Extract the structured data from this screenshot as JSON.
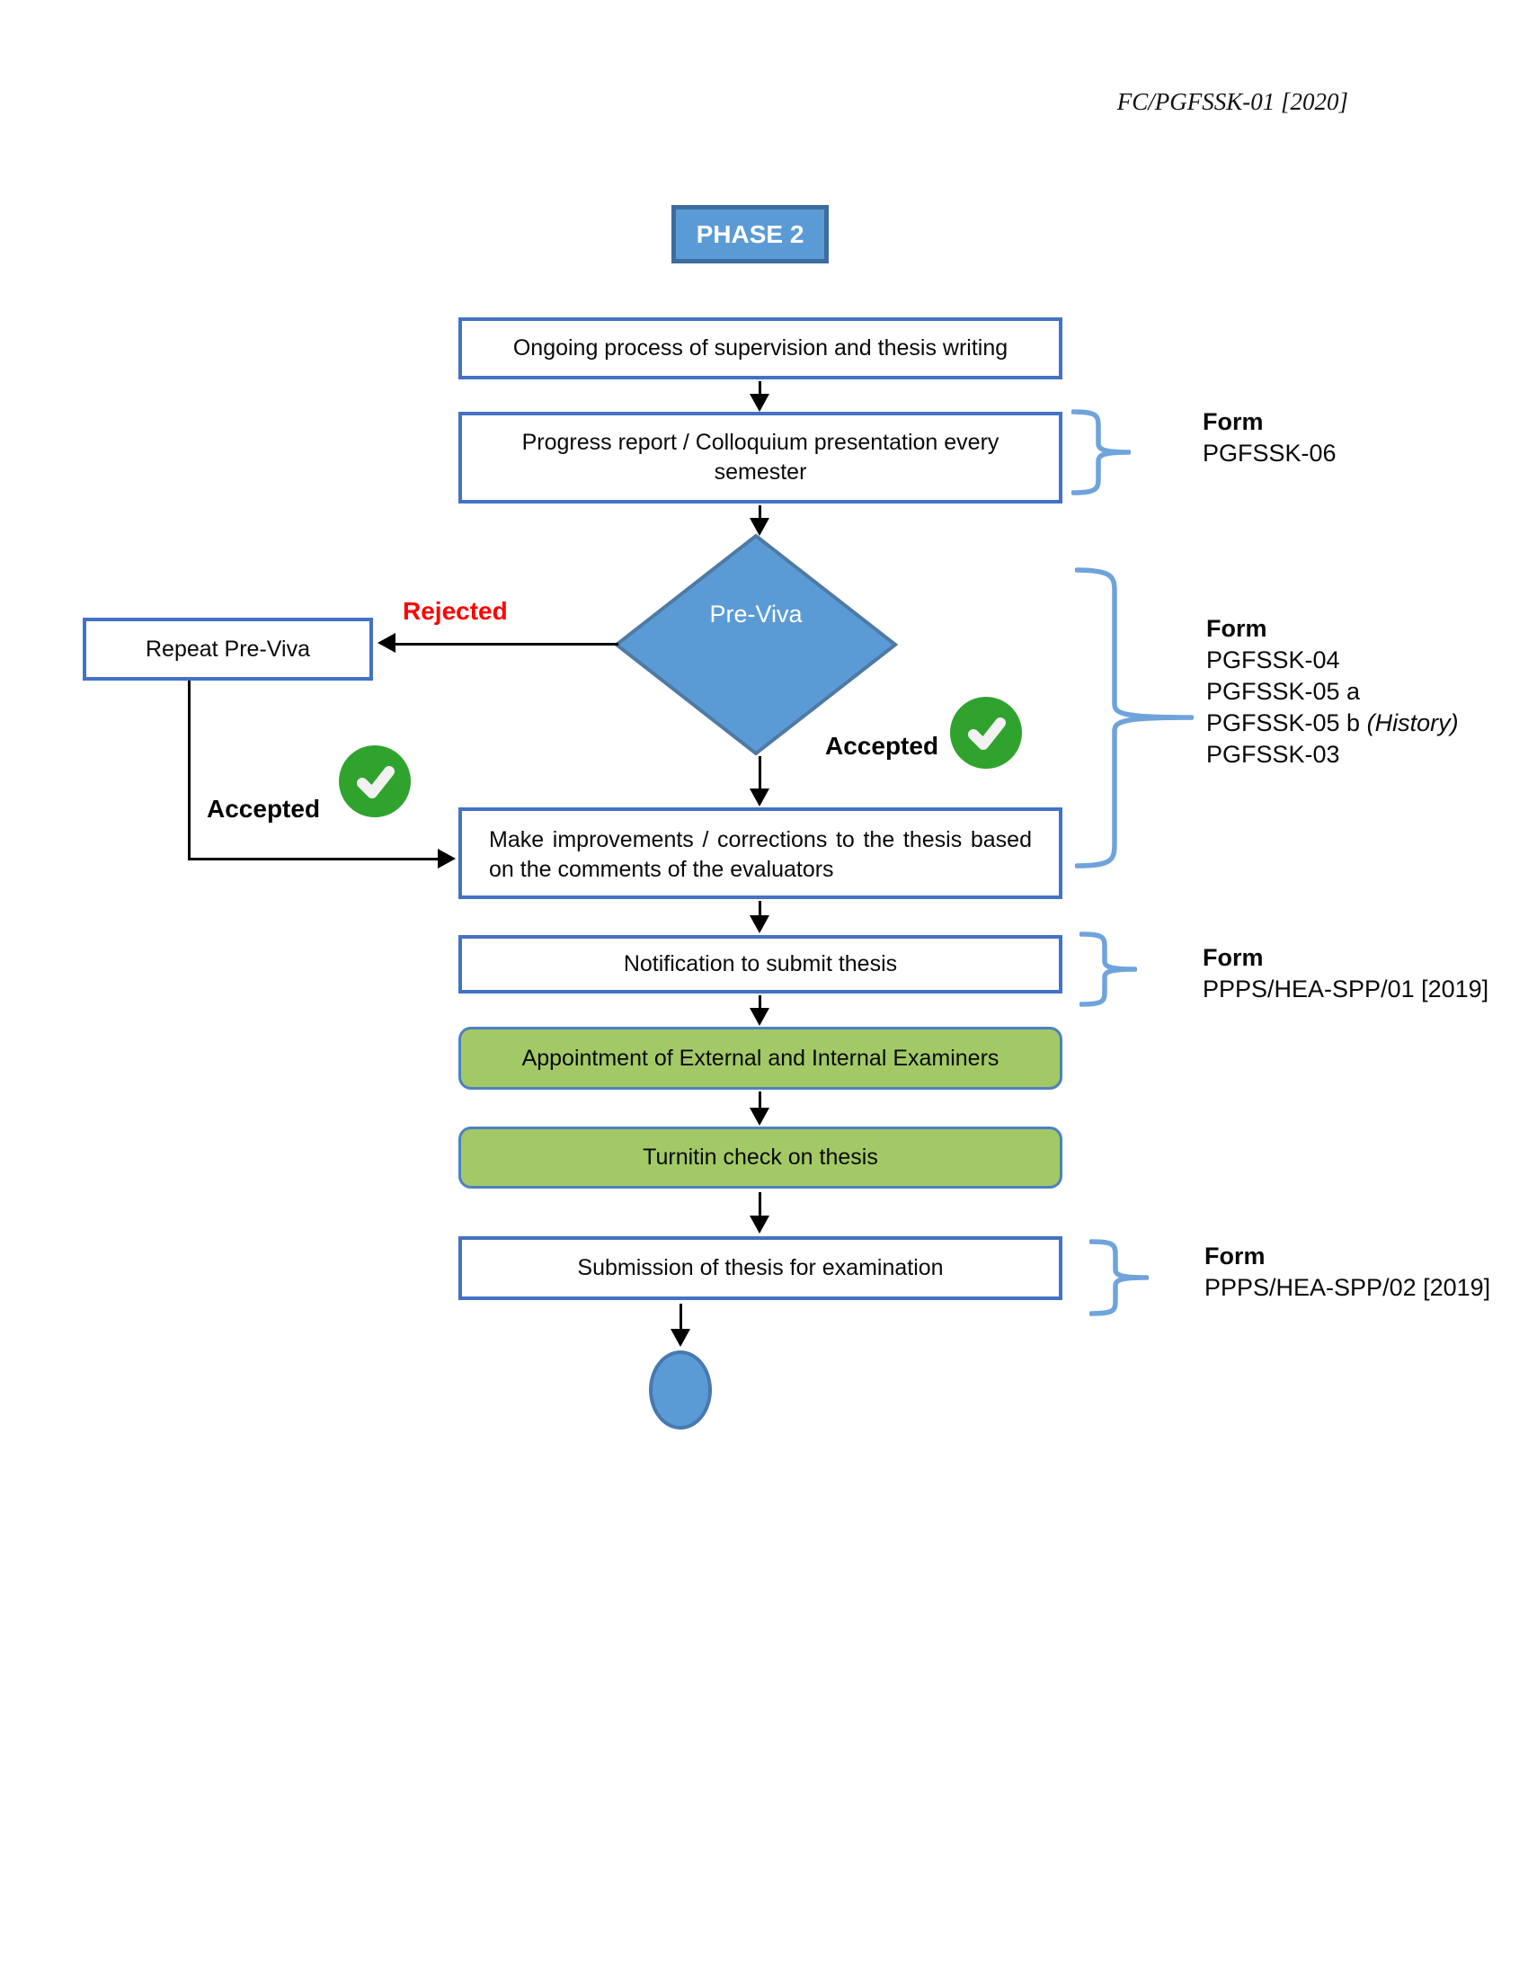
{
  "page": {
    "doc_code": "FC/PGFSSK-01 [2020]",
    "phase_label": "PHASE 2"
  },
  "nodes": {
    "ongoing": "Ongoing process of supervision and thesis writing",
    "progress": "Progress report / Colloquium presentation every semester",
    "previva": "Pre-Viva",
    "repeat_previva": "Repeat Pre-Viva",
    "improvements": "Make improvements / corrections to the thesis based on the comments of the evaluators",
    "notification": "Notification to submit thesis",
    "appointment": "Appointment of External and Internal Examiners",
    "turnitin": "Turnitin check on thesis",
    "submission": "Submission of thesis for examination"
  },
  "labels": {
    "rejected": "Rejected",
    "accepted_left": "Accepted",
    "accepted_right": "Accepted"
  },
  "forms": {
    "progress": {
      "label": "Form",
      "codes": [
        "PGFSSK-06"
      ]
    },
    "previva": {
      "label": "Form",
      "codes": [
        "PGFSSK-04",
        "PGFSSK-05 a",
        "PGFSSK-05 b",
        "PGFSSK-03"
      ],
      "history_note": "(History)"
    },
    "notification": {
      "label": "Form",
      "codes": [
        "PPPS/HEA-SPP/01 [2019]"
      ]
    },
    "submission": {
      "label": "Form",
      "codes": [
        "PPPS/HEA-SPP/02 [2019]"
      ]
    }
  },
  "colors": {
    "node_blue": "#5B9BD5",
    "box_border": "#4472C4",
    "green_fill": "#A2C966",
    "green_border": "#4E81BD",
    "brace_blue": "#6FA3DC",
    "check_green": "#2FA32E",
    "rejected_red": "#FF0000"
  }
}
